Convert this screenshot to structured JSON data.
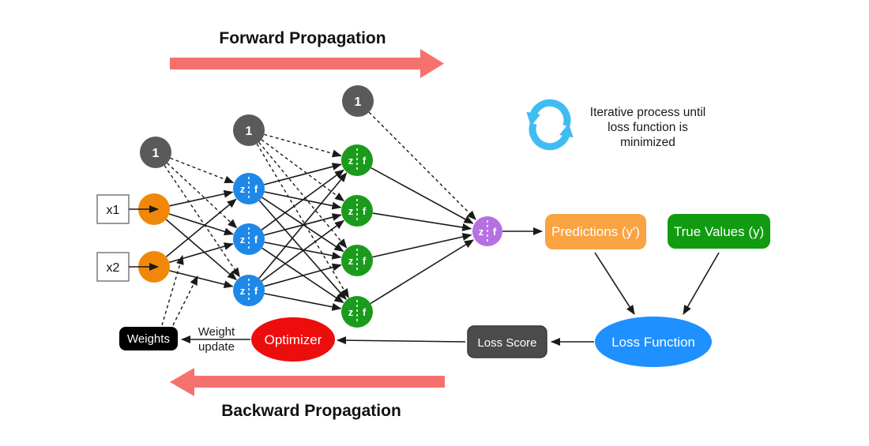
{
  "titles": {
    "forward": "Forward Propagation",
    "backward": "Backward Propagation"
  },
  "network": {
    "input_labels": [
      "x1",
      "x2"
    ],
    "bias_label": "1",
    "z_label": "z",
    "f_label": "f"
  },
  "annotations": {
    "iterative_lines": [
      "Iterative process until",
      "loss function is",
      "minimized"
    ],
    "weight_update_lines": [
      "Weight",
      "update"
    ]
  },
  "boxes": {
    "predictions": "Predictions (y')",
    "true_values": "True Values (y)",
    "loss_function": "Loss Function",
    "loss_score": "Loss Score",
    "optimizer": "Optimizer",
    "weights": "Weights"
  },
  "colors": {
    "flow_arrow": "#F5716D",
    "input_node": "#F18709",
    "hidden_layer1_node": "#1E88E8",
    "hidden_layer2_node": "#1B9B1B",
    "output_node": "#B570E2",
    "bias_node": "#5A5A5A",
    "predictions_box": "#F9A342",
    "true_values_box": "#119B11",
    "loss_function_ellipse": "#1E90FF",
    "loss_score_box": "#4B4B4B",
    "weights_box": "#000000",
    "optimizer_ellipse": "#EE0D0D",
    "cycle_icon": "#3FBDF2"
  }
}
